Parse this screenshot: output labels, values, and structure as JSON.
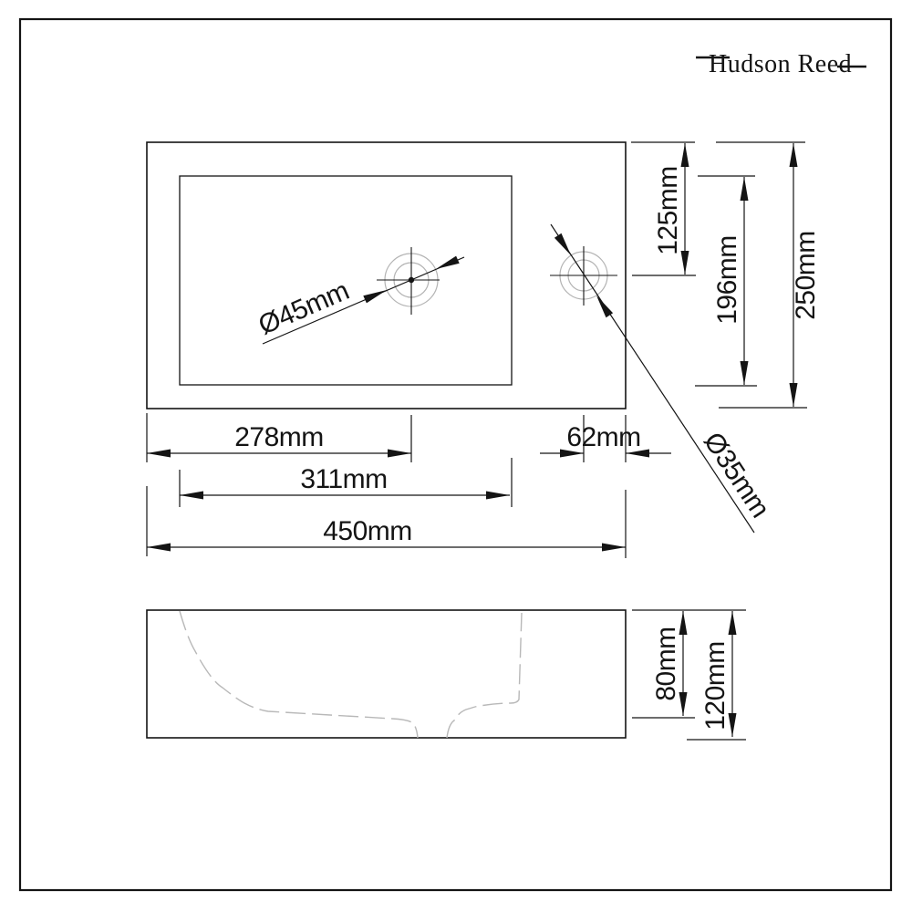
{
  "brand": "Hudson Reed",
  "drawing": {
    "type": "technical-dimension-drawing",
    "product": "rectangular-basin",
    "plan_view": {
      "overall_width": "450mm",
      "overall_depth": "250mm",
      "bowl_width": "311mm",
      "bowl_depth": "196mm",
      "drain_centre_from_left": "278mm",
      "tap_centre_from_right": "62mm",
      "tap_centre_from_back": "125mm",
      "drain_hole_diameter": "Ø45mm",
      "tap_hole_diameter": "Ø35mm"
    },
    "side_view": {
      "bowl_inner_height": "80mm",
      "overall_height": "120mm"
    }
  },
  "labels": {
    "logo": "Hudson Reed",
    "dim_278": "278mm",
    "dim_311": "311mm",
    "dim_450": "450mm",
    "dim_62": "62mm",
    "dim_125": "125mm",
    "dim_196": "196mm",
    "dim_250": "250mm",
    "dim_80": "80mm",
    "dim_120": "120mm",
    "dia_45": "Ø45mm",
    "dia_35": "Ø35mm"
  },
  "colors": {
    "line": "#141414",
    "light_gray": "#b3b3b3",
    "profile_gray": "#b8b8b8",
    "background": "#ffffff"
  }
}
